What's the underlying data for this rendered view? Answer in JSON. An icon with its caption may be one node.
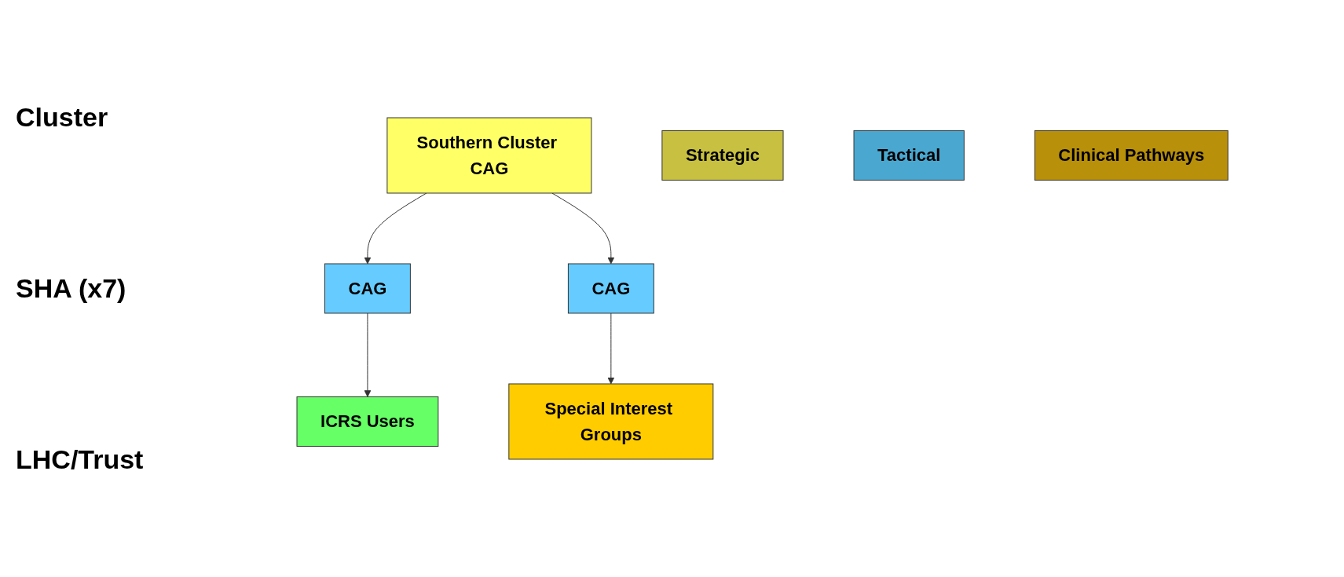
{
  "diagram": {
    "nodes": [
      {
        "text": [
          "Southern Cluster CAG"
        ]
      },
      {
        "text": [
          "Strategic"
        ]
      },
      {
        "text": [
          "CAG"
        ]
      },
      {
        "text": [
          "CAG"
        ]
      },
      {
        "text": [
          "Tactical"
        ]
      },
      {
        "text": [
          "ICRS Users"
        ]
      },
      {
        "text": [
          "Special Interest Groups"
        ]
      },
      {
        "text": [
          "Clinical Pathways"
        ]
      }
    ],
    "edges": [
      {
        "from": 0,
        "to": 2,
        "arrow": "to"
      },
      {
        "from": 0,
        "to": 3,
        "arrow": "to"
      },
      {
        "from": 2,
        "to": 5,
        "arrow": "to"
      },
      {
        "from": 3,
        "to": 6,
        "arrow": "to"
      }
    ],
    "labels": [
      "Cluster",
      "SHA (x7)",
      "LHC/Trust"
    ]
  }
}
